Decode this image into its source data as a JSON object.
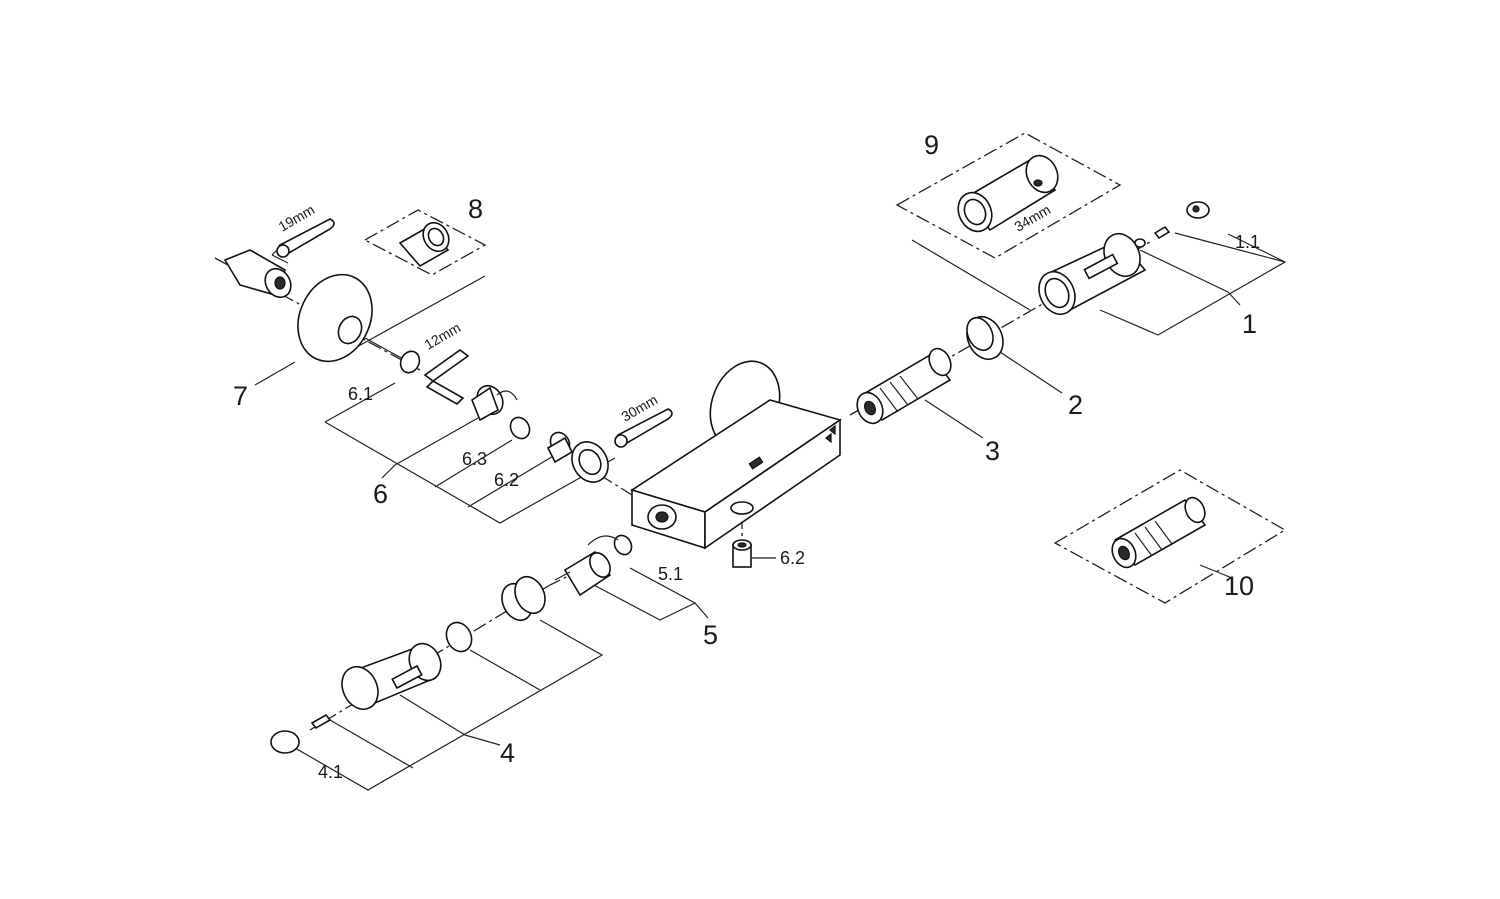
{
  "diagram": {
    "part_labels": {
      "p1": "1",
      "p1_1": "1.1",
      "p2": "2",
      "p3": "3",
      "p4": "4",
      "p4_1": "4.1",
      "p5": "5",
      "p5_1": "5.1",
      "p6": "6",
      "p6_1": "6.1",
      "p6_2": "6.2",
      "p6_2b": "6.2",
      "p6_3": "6.3",
      "p7": "7",
      "p8": "8",
      "p9": "9",
      "p10": "10"
    },
    "tool_sizes": {
      "wrench_19": "19mm",
      "allen_12": "12mm",
      "wrench_30": "30mm",
      "key_34": "34mm"
    }
  }
}
